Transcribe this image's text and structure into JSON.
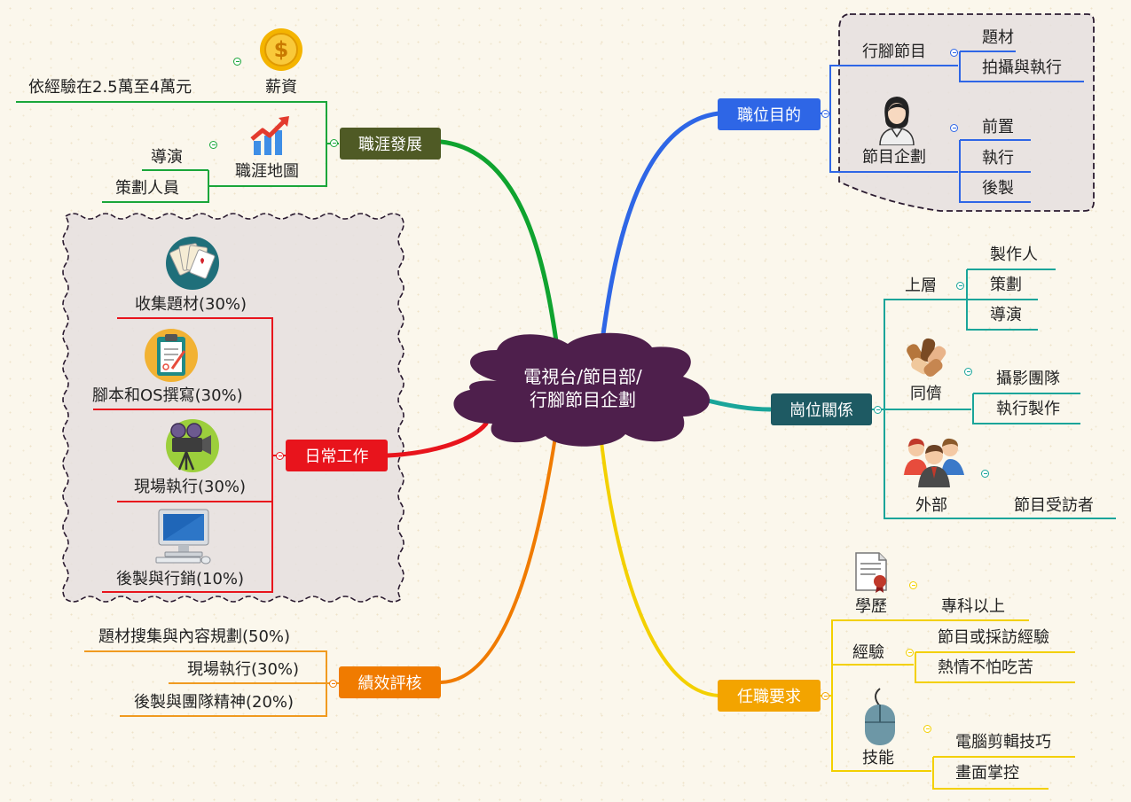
{
  "central": {
    "title": "電視台/節目部/\n行腳節目企劃"
  },
  "colors": {
    "center": "#4e1f4c",
    "career": "#4f5a25",
    "position": "#2e66e6",
    "relations": "#1e5a63",
    "daily": "#e8141c",
    "review": "#f07b00",
    "requirements": "#f3a400"
  },
  "branches": {
    "career": {
      "label": "職涯發展",
      "salary": {
        "label": "薪資",
        "icon": "dollar-coin-icon",
        "detail": "依經驗在2.5萬至4萬元"
      },
      "career_map": {
        "label": "職涯地圖",
        "icon": "growth-chart-icon",
        "items": [
          "導演",
          "策劃人員"
        ]
      }
    },
    "position_purpose": {
      "label": "職位目的",
      "walking_show": {
        "label": "行腳節目",
        "items": [
          "題材",
          "拍攝與執行"
        ]
      },
      "show_planning": {
        "label": "節目企劃",
        "icon": "woman-avatar-icon",
        "items": [
          "前置",
          "執行",
          "後製"
        ]
      }
    },
    "relations": {
      "label": "崗位關係",
      "upper": {
        "label": "上層",
        "items": [
          "製作人",
          "策劃",
          "導演"
        ]
      },
      "peers": {
        "label": "同儕",
        "icon": "hands-together-icon",
        "items": [
          "攝影團隊",
          "執行製作"
        ]
      },
      "external": {
        "label": "外部",
        "icon": "people-group-icon",
        "items": [
          "節目受訪者"
        ]
      }
    },
    "daily_work": {
      "label": "日常工作",
      "items": [
        {
          "label": "收集題材(30%)",
          "icon": "playing-cards-icon"
        },
        {
          "label": "腳本和OS撰寫(30%)",
          "icon": "clipboard-icon"
        },
        {
          "label": "現場執行(30%)",
          "icon": "film-camera-icon"
        },
        {
          "label": "後製與行銷(10%)",
          "icon": "computer-icon"
        }
      ]
    },
    "performance": {
      "label": "績效評核",
      "items": [
        "題材搜集與內容規劃(50%)",
        "現場執行(30%)",
        "後製與團隊精神(20%)"
      ]
    },
    "requirements": {
      "label": "任職要求",
      "education": {
        "label": "學歷",
        "icon": "certificate-icon",
        "items": [
          "專科以上"
        ]
      },
      "experience": {
        "label": "經驗",
        "items": [
          "節目或採訪經驗",
          "熱情不怕吃苦"
        ]
      },
      "skills": {
        "label": "技能",
        "icon": "mouse-icon",
        "items": [
          "電腦剪輯技巧",
          "畫面掌控"
        ]
      }
    }
  }
}
